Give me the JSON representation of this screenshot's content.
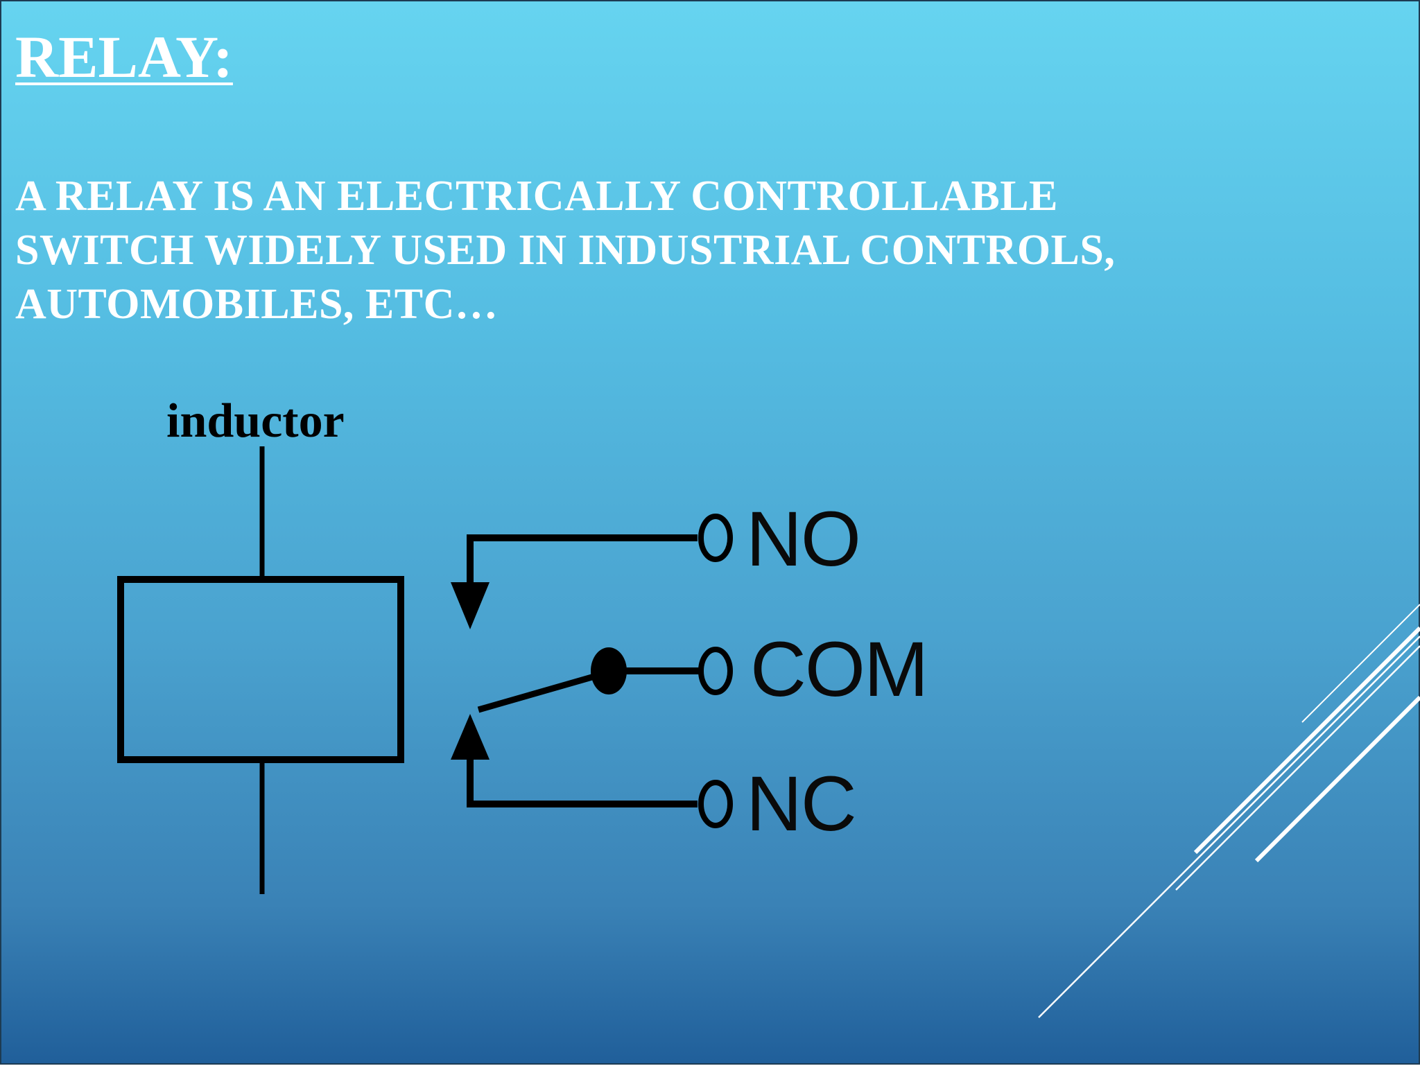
{
  "slide": {
    "title": "RELAY:",
    "body": "A RELAY IS AN ELECTRICALLY CONTROLLABLE SWITCH WIDELY USED IN INDUSTRIAL CONTROLS, AUTOMOBILES, ETC…"
  },
  "diagram": {
    "coil_label": "inductor",
    "terminals": {
      "normally_open": "NO",
      "common": "COM",
      "normally_closed": "NC"
    }
  },
  "colors": {
    "background_top": "#66d4f0",
    "background_bottom": "#205f9a",
    "text": "#ffffff",
    "diagram_lines": "#000000"
  }
}
